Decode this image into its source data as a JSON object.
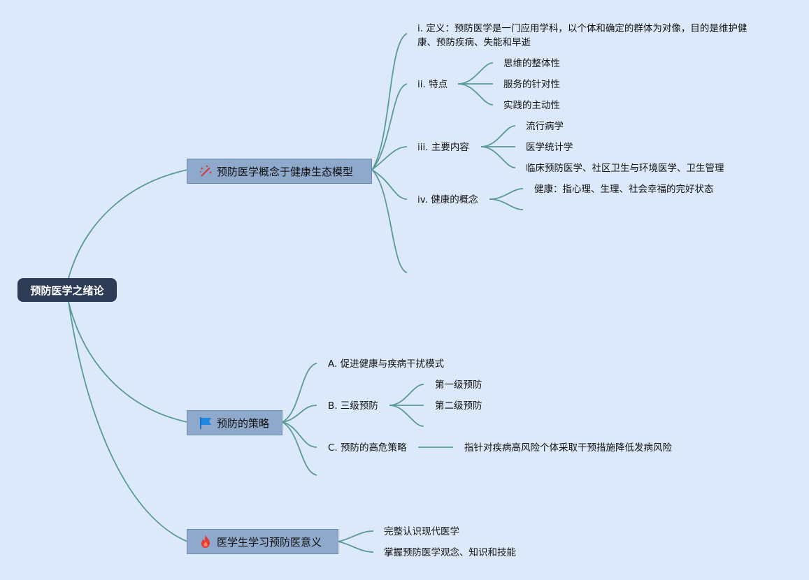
{
  "root": {
    "title": "预防医学之绪论"
  },
  "colors": {
    "background": "#dce9fa",
    "line": "#5b9a94",
    "root_fill": "#2e3b55",
    "main_fill": "#8ea9cb"
  },
  "branches": [
    {
      "title": "预防医学概念于健康生态模型",
      "icon": "wand-icon",
      "items": [
        {
          "label": "i. 定义：预防医学是一门应用学科，以个体和确定的群体为对像，目的是维护健康、预防疾病、失能和早逝"
        },
        {
          "label": "ii. 特点",
          "children": [
            "思维的整体性",
            "服务的针对性",
            "实践的主动性"
          ]
        },
        {
          "label": "iii. 主要内容",
          "children": [
            "流行病学",
            "医学统计学",
            "临床预防医学、社区卫生与环境医学、卫生管理"
          ]
        },
        {
          "label": "iv. 健康的概念",
          "children": [
            "健康：指心理、生理、社会幸福的完好状态",
            ""
          ]
        },
        {
          "label": ""
        }
      ]
    },
    {
      "title": "预防的策略",
      "icon": "flag-icon",
      "items": [
        {
          "label": "A. 促进健康与疾病干扰模式"
        },
        {
          "label": "B. 三级预防",
          "children": [
            "第一级预防",
            "第二级预防",
            ""
          ]
        },
        {
          "label": "C. 预防的高危策略",
          "children": [
            "指针对疾病高风险个体采取干预措施降低发病风险"
          ]
        },
        {
          "label": ""
        }
      ]
    },
    {
      "title": "医学生学习预防医意义",
      "icon": "fire-icon",
      "items": [
        {
          "label": "完整认识现代医学"
        },
        {
          "label": "掌握预防医学观念、知识和技能"
        }
      ]
    }
  ]
}
